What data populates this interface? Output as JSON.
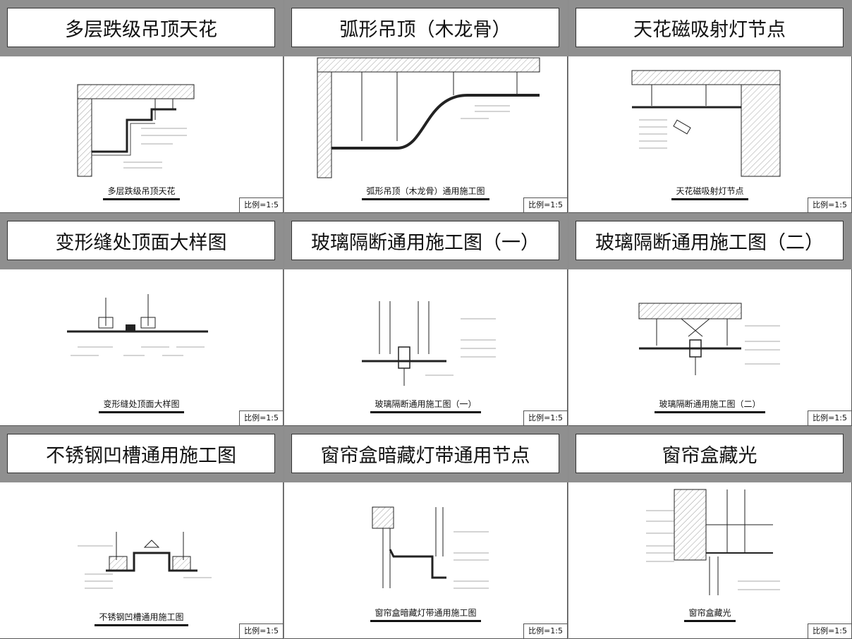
{
  "panels": [
    {
      "title": "多层跌级吊顶天花",
      "caption": "多层跌级吊顶天花",
      "scale": "比例=1:5"
    },
    {
      "title": "弧形吊顶（木龙骨）",
      "caption": "弧形吊顶（木龙骨）通用施工图",
      "scale": "比例=1:5"
    },
    {
      "title": "天花磁吸射灯节点",
      "caption": "天花磁吸射灯节点",
      "scale": "比例=1:5"
    },
    {
      "title": "变形缝处顶面大样图",
      "caption": "变形缝处顶面大样图",
      "scale": "比例=1:5"
    },
    {
      "title": "玻璃隔断通用施工图（一）",
      "caption": "玻璃隔断通用施工图（一）",
      "scale": "比例=1:5"
    },
    {
      "title": "玻璃隔断通用施工图（二）",
      "caption": "玻璃隔断通用施工图（二）",
      "scale": "比例=1:5"
    },
    {
      "title": "不锈钢凹槽通用施工图",
      "caption": "不锈钢凹槽通用施工图",
      "scale": "比例=1:5"
    },
    {
      "title": "窗帘盒暗藏灯带通用节点",
      "caption": "窗帘盒暗藏灯带通用施工图",
      "scale": "比例=1:5"
    },
    {
      "title": "窗帘盒藏光",
      "caption": "窗帘盒藏光",
      "scale": "比例=1:5"
    }
  ]
}
